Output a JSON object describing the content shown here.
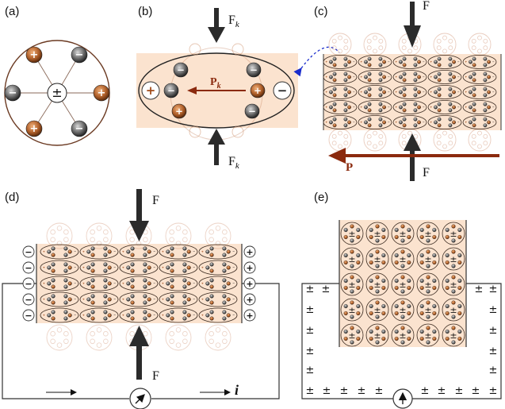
{
  "panels": {
    "a": {
      "label": "(a)"
    },
    "b": {
      "label": "(b)",
      "force_top": "F",
      "force_sub": "k",
      "force_bottom": "F",
      "dipole_label": "P",
      "dipole_sub": "k"
    },
    "c": {
      "label": "(c)",
      "force_top": "F",
      "force_bottom": "F",
      "polarization_label": "P"
    },
    "d": {
      "label": "(d)",
      "force_top": "F",
      "force_bottom": "F",
      "current_label": "i"
    },
    "e": {
      "label": "(e)"
    }
  },
  "symbols": {
    "neutral": "±",
    "plus": "+",
    "minus": "−"
  },
  "colors": {
    "cation": "#b0602a",
    "anion": "#555555",
    "crystal_fill": "#fbe3cf",
    "arrow_dark": "#2b2b2b",
    "polarization_arrow": "#8b2a0e",
    "dashed_arrow": "#1a2ccc",
    "wire": "#333333"
  }
}
